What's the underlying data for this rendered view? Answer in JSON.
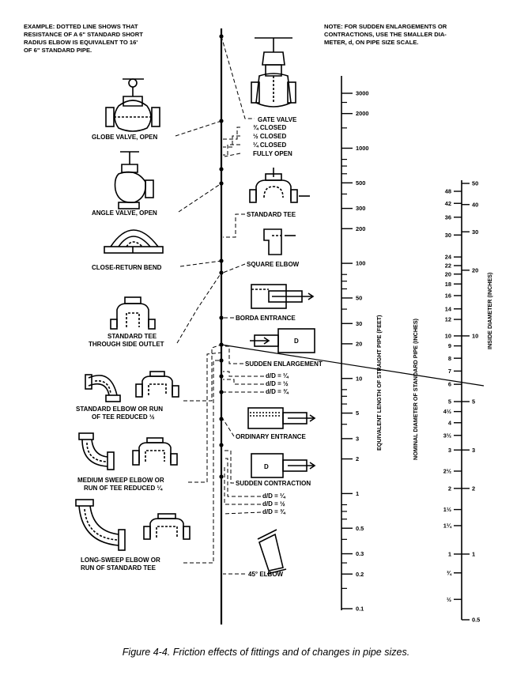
{
  "example_note": [
    "EXAMPLE:  DOTTED LINE SHOWS THAT",
    "RESISTANCE OF A 6\" STANDARD SHORT",
    "RADIUS ELBOW IS EQUIVALENT TO 16'",
    "OF 6\" STANDARD PIPE."
  ],
  "size_note": [
    "NOTE:  FOR SUDDEN ENLARGEMENTS OR",
    "CONTRACTIONS, USE THE SMALLER DIA-",
    "METER, d, ON PIPE SIZE SCALE."
  ],
  "fittings_left": {
    "globe_valve": "GLOBE VALVE, OPEN",
    "angle_valve": "ANGLE VALVE, OPEN",
    "close_return_bend": "CLOSE-RETURN BEND",
    "tee_side_outlet": [
      "STANDARD TEE",
      "THROUGH SIDE OUTLET"
    ],
    "std_elbow": [
      "STANDARD ELBOW OR RUN",
      "OF TEE REDUCED ½"
    ],
    "medium_elbow": [
      "MEDIUM SWEEP ELBOW OR",
      "RUN OF TEE REDUCED ¼"
    ],
    "long_elbow": [
      "LONG-SWEEP ELBOW OR",
      "RUN OF STANDARD TEE"
    ]
  },
  "fittings_right": {
    "gate_valve": "GATE VALVE",
    "gate_positions": [
      "¾ CLOSED",
      "½ CLOSED",
      "¼ CLOSED",
      "FULLY OPEN"
    ],
    "standard_tee": "STANDARD TEE",
    "square_elbow": "SQUARE ELBOW",
    "borda_entrance": "BORDA ENTRANCE",
    "sudden_enlargement": "SUDDEN ENLARGEMENT",
    "enlargement_ratios": [
      "d/D = ¼",
      "d/D = ½",
      "d/D = ¾"
    ],
    "ordinary_entrance": "ORDINARY ENTRANCE",
    "sudden_contraction": "SUDDEN CONTRACTION",
    "contraction_ratios": [
      "d/D = ¼",
      "d/D = ½",
      "d/D = ¾"
    ],
    "elbow_45": "45° ELBOW",
    "enlargement_symbol": "D",
    "contraction_symbol": "D"
  },
  "scales": {
    "equivalent_length": {
      "title": "EQUIVALENT LENGTH OF STRAIGHT PIPE (FEET)",
      "labels": [
        "3000",
        "2000",
        "1000",
        "500",
        "300",
        "200",
        "100",
        "50",
        "30",
        "20",
        "10",
        "5",
        "3",
        "2",
        "1",
        "0.5",
        "0.3",
        "0.2",
        "0.1"
      ]
    },
    "nominal_diameter": {
      "title": "NOMINAL DIAMETER OF STANDARD PIPE (INCHES)",
      "labels": [
        "48",
        "42",
        "36",
        "30",
        "24",
        "22",
        "20",
        "18",
        "16",
        "14",
        "12",
        "10",
        "9",
        "8",
        "7",
        "6",
        "5",
        "4½",
        "4",
        "3½",
        "3",
        "2½",
        "2",
        "1½",
        "1¼",
        "1",
        "¾",
        "½"
      ]
    },
    "inside_diameter": {
      "title": "INSIDE DIAMETER (INCHES)",
      "labels": [
        "50",
        "40",
        "30",
        "20",
        "10",
        "5",
        "3",
        "2",
        "1",
        "0.5"
      ]
    }
  },
  "caption": "Figure 4-4.  Friction effects of fittings and of changes in pipe sizes."
}
